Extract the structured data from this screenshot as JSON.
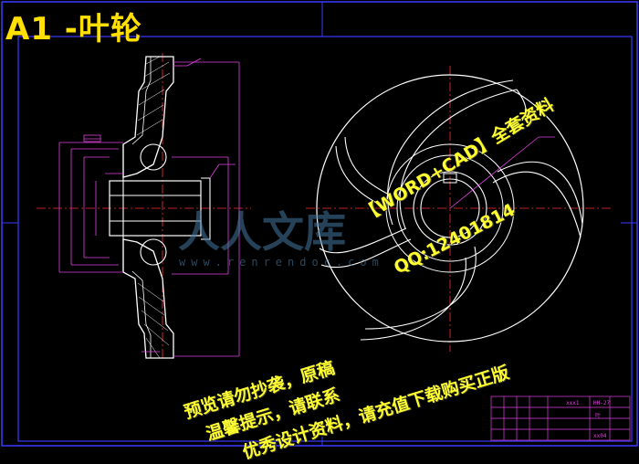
{
  "drawing": {
    "title": "A1 -叶轮",
    "watermark_text": "人人文库",
    "watermark_url": "www.renrendoc.com",
    "promo_lines": [
      "【WORD+CAD】全套资料",
      "QQ:12401814",
      "预览请勿抄袭，原稿",
      "温馨提示，请联系",
      "优秀设计资料，请充值下载购买正版"
    ],
    "title_block": {
      "cell_a": "xxx1",
      "cell_b": "HH-27",
      "cell_c": "叶",
      "cell_d": "xx04"
    },
    "colors": {
      "background": "#000000",
      "frame": "#3a3aff",
      "outline": "#ffffff",
      "dimension": "#e040e0",
      "centerline": "#ff3030",
      "title": "#ffe000",
      "promo": "#ffff30"
    }
  }
}
